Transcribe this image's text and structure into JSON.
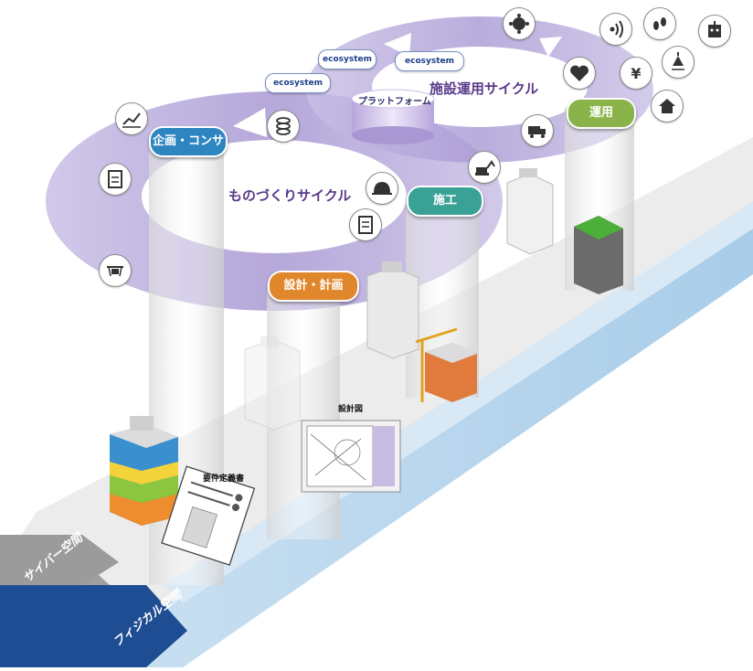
{
  "cycles": {
    "monozukuri": "ものづくりサイクル",
    "facility_ops": "施設運用サイクル"
  },
  "platform": {
    "label": "プラットフォーム",
    "ecosystem": [
      "ecosystem",
      "ecosystem",
      "ecosystem"
    ]
  },
  "phases": {
    "planning": {
      "label": "企画・コンサル",
      "color": "#2e86c1"
    },
    "design": {
      "label": "設計・計画",
      "color": "#e0872b"
    },
    "construction": {
      "label": "施工",
      "color": "#3aa197"
    },
    "operation": {
      "label": "運用",
      "color": "#8ab34a"
    }
  },
  "documents": {
    "design_drawing": "設計図",
    "requirements": "要件定義書"
  },
  "layers": {
    "cyber": "サイバー空間",
    "physical": "フィジカル空間"
  },
  "colors": {
    "ring": "#b7a9d9",
    "ring_dark": "#8f7cc2",
    "cyber_band": "#9a9a9a",
    "physical_band": "#1f4d94",
    "ground_blue": "#bcd8ef",
    "ground_grey": "#e7e7e7"
  },
  "icons": {
    "cycle_left": [
      "chart-icon",
      "clipboard-icon",
      "drone-icon",
      "coins-icon"
    ],
    "cycle_mid": [
      "helmet-icon",
      "checklist-icon",
      "excavator-icon",
      "truck-icon"
    ],
    "cycle_right": [
      "heart-icon",
      "yen-icon",
      "house-icon"
    ],
    "top_row": [
      "virus-icon",
      "signal-icon",
      "footprints-icon",
      "robot-icon",
      "lamp-icon"
    ]
  }
}
